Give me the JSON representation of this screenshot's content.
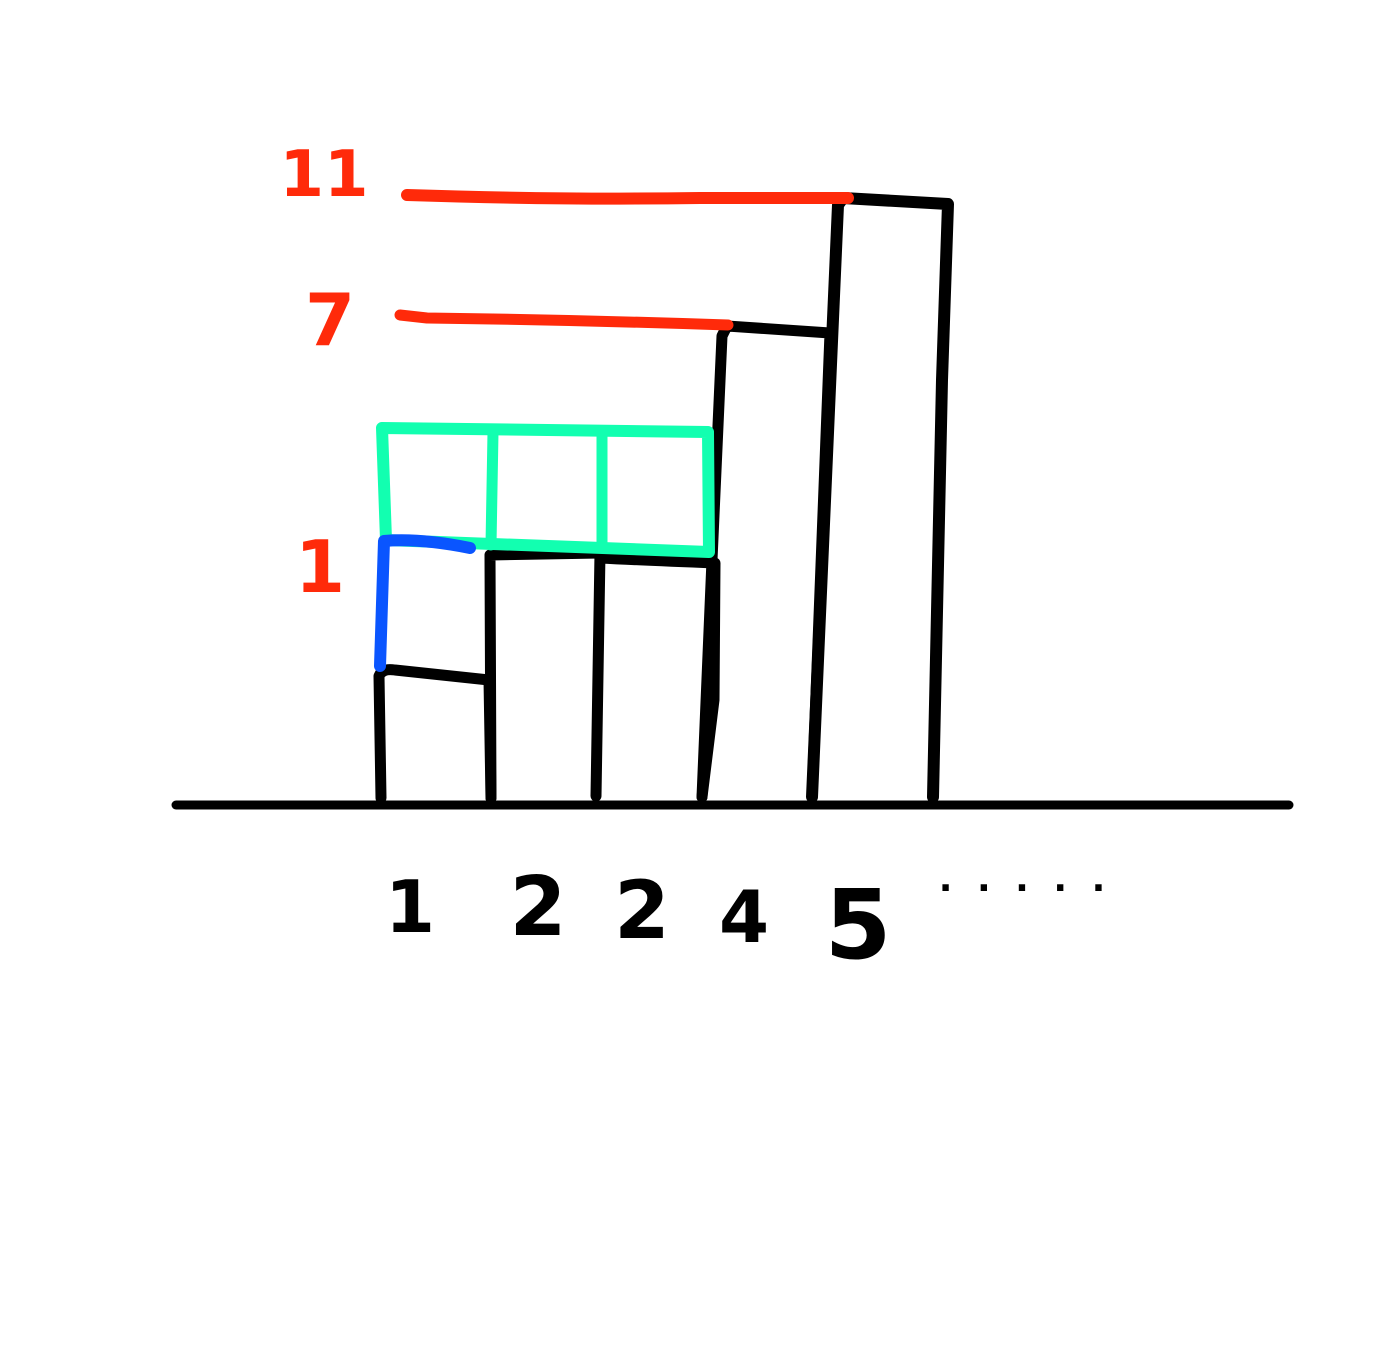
{
  "diagram": {
    "bar_heights": [
      "1",
      "2",
      "2",
      "4",
      "5"
    ],
    "ellipsis": "· · · · ·",
    "sum_labels": {
      "top": "11",
      "middle": "7",
      "bottom": "1"
    },
    "colors": {
      "bars": "#000000",
      "sum_lines": "#ff2a0a",
      "filled_row": "#12ffb0",
      "blue_edge": "#0a55ff"
    }
  }
}
